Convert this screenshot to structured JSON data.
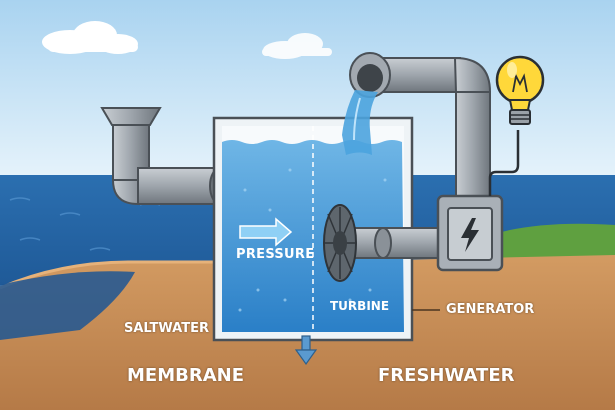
{
  "labels": {
    "pressure": "PRESSURE",
    "turbine": "TURBINE",
    "generator": "GENERATOR",
    "saltwater": "SALTWATER",
    "membrane": "MEMBRANE",
    "freshwater": "FRESHWATER"
  },
  "icons": {
    "generator": "lightning-bolt-icon",
    "output": "light-bulb-icon",
    "flow": "arrow-right-icon",
    "drain": "arrow-down-icon"
  },
  "colors": {
    "sky": "#cfe6f5",
    "sea": "#2f73b4",
    "ground": "#c98f58",
    "tank_water": "#3a8fd0",
    "pipe": "#9aa1a8",
    "bulb": "#ffd83a"
  }
}
